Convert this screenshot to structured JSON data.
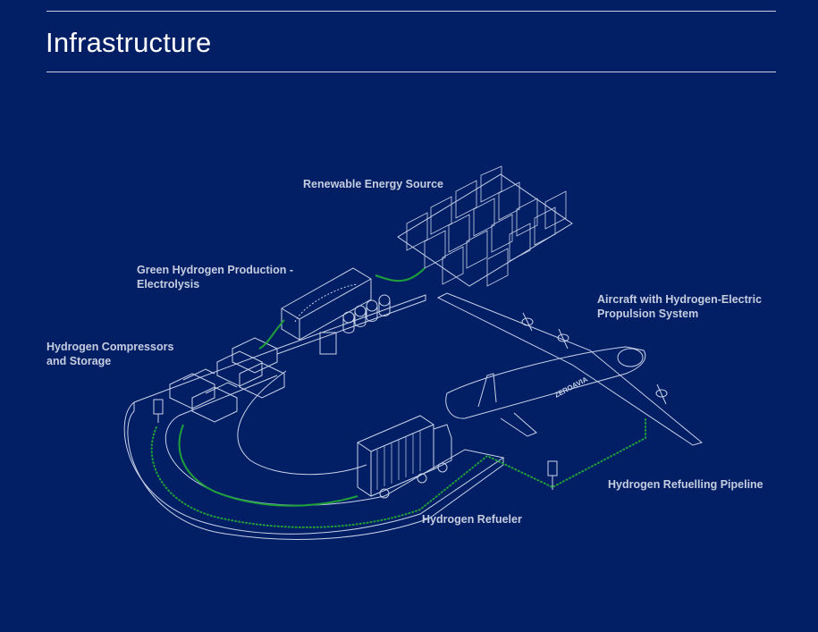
{
  "page": {
    "title": "Infrastructure"
  },
  "diagram": {
    "labels": {
      "renewable": "Renewable Energy Source",
      "green_h2_line1": "Green Hydrogen Production -",
      "green_h2_line2": "Electrolysis",
      "compressors_line1": "Hydrogen Compressors",
      "compressors_line2": "and Storage",
      "aircraft_line1": "Aircraft with Hydrogen-Electric",
      "aircraft_line2": "Propulsion System",
      "pipeline": "Hydrogen Refuelling Pipeline",
      "refueler": "Hydrogen Refueler",
      "aircraft_brand": "ZEROAVIA"
    },
    "colors": {
      "background": "#021f65",
      "line": "#c9d1e8",
      "pipe": "#1ea03a",
      "label": "#c7cde0"
    }
  }
}
